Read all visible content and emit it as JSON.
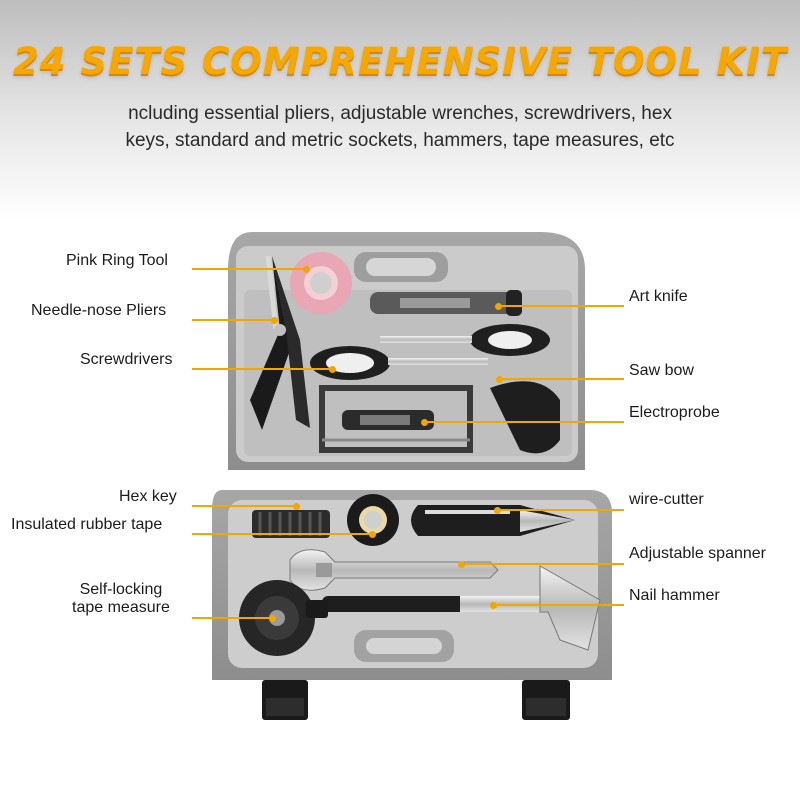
{
  "header": {
    "title": "24 SETS COMPREHENSIVE TOOL KIT",
    "description_line1": "ncluding essential pliers, adjustable wrenches, screwdrivers, hex",
    "description_line2": "keys, standard and metric sockets, hammers, tape measures, etc"
  },
  "labels": {
    "pink_ring_tool": "Pink Ring Tool",
    "needle_nose_pliers": "Needle-nose Pliers",
    "screwdrivers": "Screwdrivers",
    "hex_key": "Hex key",
    "insulated_rubber_tape": "Insulated rubber tape",
    "tape_measure_line1": "Self-locking",
    "tape_measure_line2": "tape measure",
    "art_knife": "Art knife",
    "saw_bow": "Saw bow",
    "electroprobe": "Electroprobe",
    "wire_cutter": "wire-cutter",
    "adjustable_spanner": "Adjustable spanner",
    "nail_hammer": "Nail hammer"
  },
  "colors": {
    "accent": "#f2a700",
    "title": "#f7a800",
    "case_body": "#9a9a9a",
    "case_tray": "#cfcfcf",
    "latch": "#1a1a1a"
  }
}
